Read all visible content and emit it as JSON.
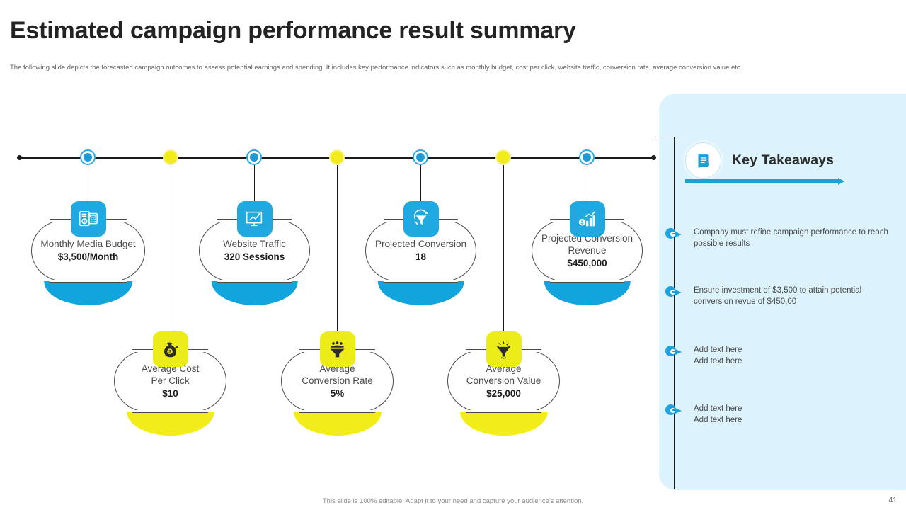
{
  "slide": {
    "title": "Estimated campaign performance result summary",
    "subtitle": "The following slide depicts the forecasted campaign outcomes to assess potential earnings and spending. It includes key performance indicators such as monthly budget, cost per click, website traffic, conversion rate, average conversion value etc.",
    "footer_note": "This slide is 100% editable. Adapt it to your need and capture your audience's attention.",
    "page_number": "41"
  },
  "colors": {
    "blue": "#12a4dd",
    "icon_blue": "#20a8e0",
    "yellow": "#f2ec1b",
    "panel_bg": "#dcf2fc",
    "rule_teal": "#1aa3cc",
    "text_dark": "#232323",
    "text_body": "#4b4b4b"
  },
  "kpi_cards": [
    {
      "label": "Monthly Media Budget",
      "value": "$3,500/Month",
      "color": "blue",
      "icon": "budget-invoice-icon",
      "row": "top"
    },
    {
      "label": "Average Cost\nPer Click",
      "value": "$10",
      "color": "yellow",
      "icon": "money-bag-icon",
      "row": "bottom"
    },
    {
      "label": "Website Traffic",
      "value": "320 Sessions",
      "color": "blue",
      "icon": "traffic-chart-icon",
      "row": "top"
    },
    {
      "label": "Average\nConversion Rate",
      "value": "5%",
      "color": "yellow",
      "icon": "funnel-people-icon",
      "row": "bottom"
    },
    {
      "label": "Projected Conversion",
      "value": "18",
      "color": "blue",
      "icon": "conversion-funnel-icon",
      "row": "top"
    },
    {
      "label": "Average\nConversion Value",
      "value": "$25,000",
      "color": "yellow",
      "icon": "funnel-value-icon",
      "row": "bottom"
    },
    {
      "label": "Projected\nConversion Revenue",
      "value": "$450,000",
      "color": "blue",
      "icon": "revenue-growth-icon",
      "row": "top"
    }
  ],
  "timeline": {
    "dots": [
      {
        "color": "blue"
      },
      {
        "color": "yellow"
      },
      {
        "color": "blue"
      },
      {
        "color": "yellow"
      },
      {
        "color": "blue"
      },
      {
        "color": "yellow"
      },
      {
        "color": "blue"
      }
    ]
  },
  "key_takeaways": {
    "title": "Key Takeaways",
    "icon": "notepad-icon",
    "items": [
      {
        "text": "Company must refine campaign performance to reach possible results"
      },
      {
        "text": "Ensure investment of $3,500 to attain potential conversion revue of $450,00"
      },
      {
        "text": "Add text here\nAdd text here"
      },
      {
        "text": "Add text here\nAdd text here"
      }
    ]
  }
}
